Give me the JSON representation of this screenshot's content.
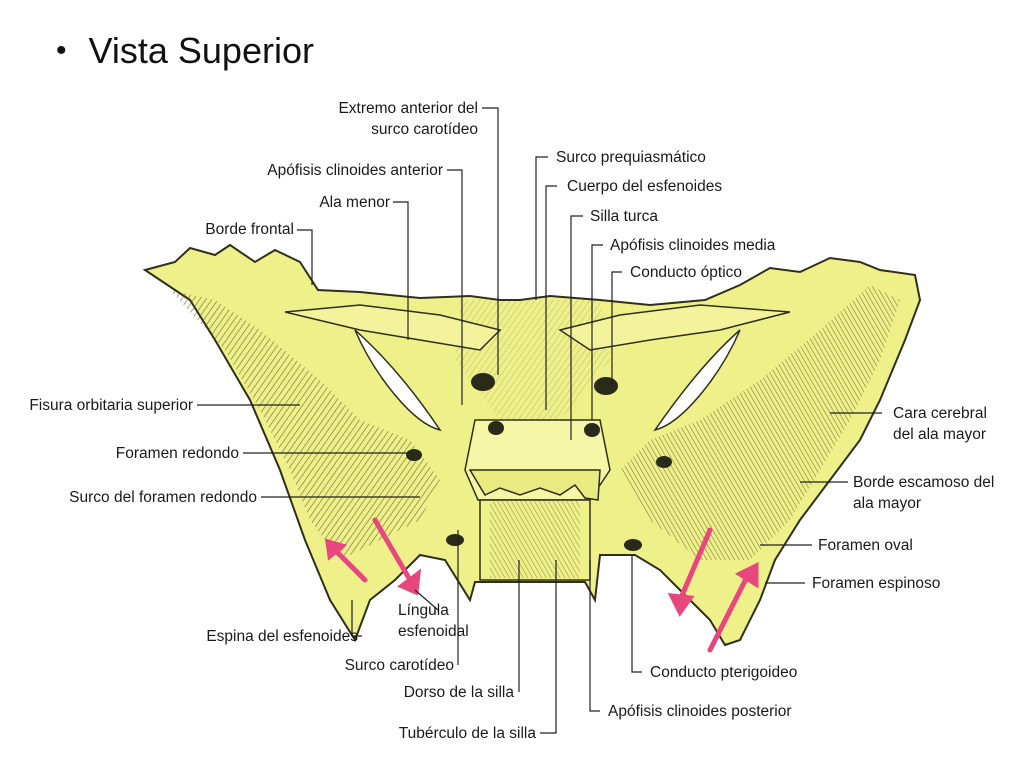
{
  "slide": {
    "bullet": "•",
    "title": "Vista Superior"
  },
  "colors": {
    "bone_fill": "#eef08a",
    "bone_shade": "#b9b957",
    "hatch": "#3b3b1e",
    "arrow": "#e8477e",
    "leader_line": "#222222"
  },
  "labels": {
    "extremo_anterior_1": "Extremo anterior del",
    "extremo_anterior_2": "surco carotídeo",
    "apofisis_clinoides_anterior": "Apófisis clinoides anterior",
    "ala_menor": "Ala menor",
    "borde_frontal": "Borde frontal",
    "surco_prequiasmatico": "Surco prequiasmático",
    "cuerpo_esfenoides": "Cuerpo del esfenoides",
    "silla_turca": "Silla turca",
    "apofisis_clinoides_media": "Apófisis clinoides media",
    "conducto_optico": "Conducto óptico",
    "fisura_orbitaria_superior": "Fisura orbitaria superior",
    "foramen_redondo": "Foramen redondo",
    "surco_foramen_redondo": "Surco del foramen redondo",
    "cara_cerebral_1": "Cara cerebral",
    "cara_cerebral_2": "del ala mayor",
    "borde_escamoso_1": "Borde escamoso del",
    "borde_escamoso_2": "ala mayor",
    "foramen_oval": "Foramen oval",
    "foramen_espinoso": "Foramen espinoso",
    "lingula_1": "Língula",
    "lingula_2": "esfenoidal",
    "espina_esfenoides": "Espina del esfenoides",
    "surco_carotideo": "Surco carotídeo",
    "dorso_silla": "Dorso de la silla",
    "tuberculo_silla": "Tubérculo de la silla",
    "conducto_pterigoideo": "Conducto pterigoideo",
    "apofisis_clinoides_posterior": "Apófisis clinoides posterior"
  }
}
